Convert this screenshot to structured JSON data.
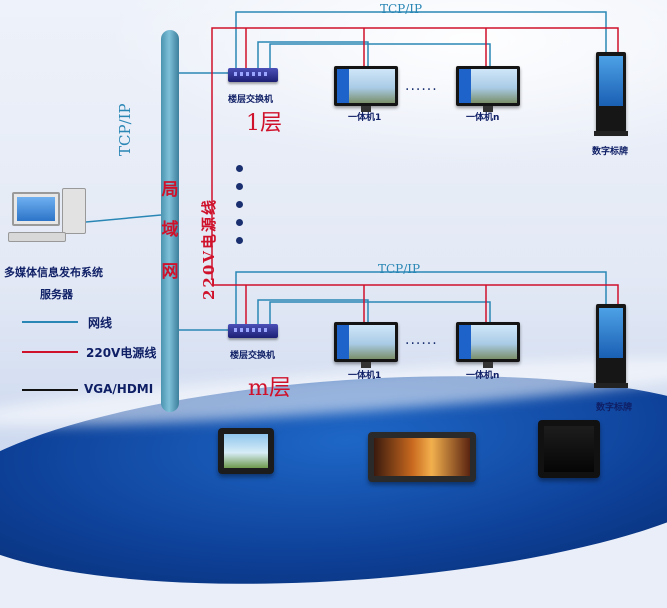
{
  "colors": {
    "network": "#2a87b5",
    "power": "#d0112b",
    "vga": "#111111",
    "text": "#0f1f66"
  },
  "server": {
    "label_line1": "多媒体信息发布系统",
    "label_line2": "服务器",
    "icon": "computer-icon"
  },
  "lan": {
    "chars": [
      "局",
      "域",
      "网"
    ],
    "tcp_label": "TCP/IP"
  },
  "power_line_label": "220V电源线",
  "floors": [
    {
      "name": "1层",
      "tcp_label": "TCP/IP",
      "switch_label": "楼层交换机",
      "terminals": [
        {
          "label": "一体机1"
        },
        {
          "label": "一体机n"
        }
      ],
      "ellipsis": "......",
      "signage_label": "数字标牌"
    },
    {
      "name": "m层",
      "tcp_label": "TCP/IP",
      "switch_label": "楼层交换机",
      "terminals": [
        {
          "label": "一体机1"
        },
        {
          "label": "一体机n"
        }
      ],
      "ellipsis": "......",
      "signage_label": "数字标牌"
    }
  ],
  "legend": [
    {
      "label": "网线",
      "color": "#2a87b5"
    },
    {
      "label": "220V电源线",
      "color": "#d0112b"
    },
    {
      "label": "VGA/HDMI",
      "color": "#111111"
    }
  ],
  "products": [
    "display-screen-icon",
    "display-screen-icon",
    "display-screen-icon"
  ]
}
